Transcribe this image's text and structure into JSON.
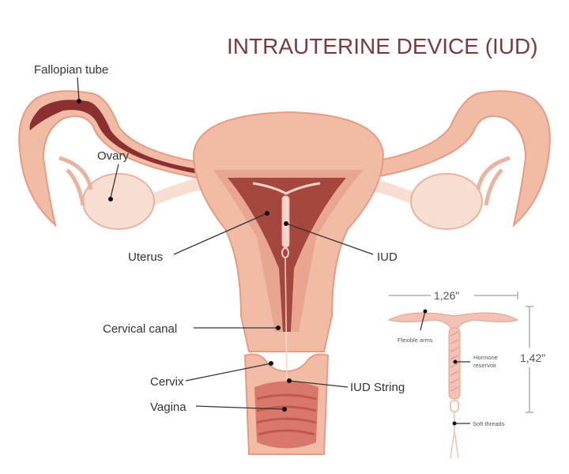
{
  "title": "INTRAUTERINE DEVICE (IUD)",
  "labels": {
    "fallopian_tube": "Fallopian tube",
    "ovary": "Ovary",
    "uterus": "Uterus",
    "iud": "IUD",
    "cervical_canal": "Cervical canal",
    "cervix": "Cervix",
    "iud_string": "IUD String",
    "vagina": "Vagina"
  },
  "inset": {
    "width": "1,26\"",
    "height": "1,42\"",
    "flexible_arms": "Flexible arms",
    "hormone_1": "Hormone",
    "hormone_2": "reservoir",
    "soft_threads": "Soft threads"
  },
  "colors": {
    "tissue": "#f2bba5",
    "outline": "#e49c84",
    "cavity": "#a5463f",
    "tube_lumen": "#8c2f31",
    "ovary": "#f8ddd2",
    "title": "#7a3b3e"
  }
}
